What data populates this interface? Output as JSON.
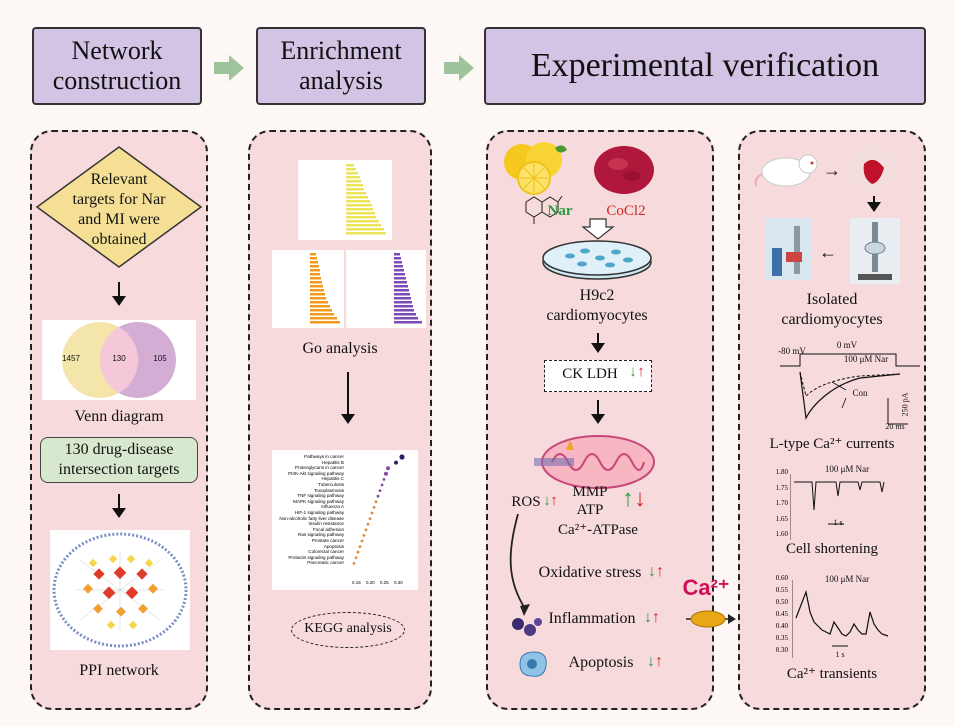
{
  "headers": {
    "network": "Network construction",
    "network_l1": "Network",
    "network_l2": "construction",
    "enrichment_l1": "Enrichment",
    "enrichment_l2": "analysis",
    "experimental": "Experimental verification"
  },
  "network_panel": {
    "diamond_l1": "Relevant",
    "diamond_l2": "targets for Nar",
    "diamond_l3": "and MI were",
    "diamond_l4": "obtained",
    "venn_left": "1457",
    "venn_mid": "130",
    "venn_right": "105",
    "venn_label": "Venn diagram",
    "targets_l1": "130 drug-disease",
    "targets_l2": "intersection targets",
    "ppi_label": "PPI network"
  },
  "enrichment_panel": {
    "go_label": "Go analysis",
    "kegg_label": "KEGG analysis",
    "kegg_terms": [
      "Pathways in cancer",
      "Hepatitis B",
      "Proteoglycans in cancer",
      "PI3K-Akt signaling pathway",
      "Hepatitis C",
      "Tuberculosis",
      "Toxoplasmosis",
      "TNF signaling pathway",
      "MAPK signaling pathway",
      "Influenza A",
      "HIF-1 signaling pathway",
      "Non-alcoholic fatty liver disease",
      "Insulin resistance",
      "Focal adhesion",
      "Ras signaling pathway",
      "Prostate cancer",
      "Apoptosis",
      "Colorectal cancer",
      "Prolactin signaling pathway",
      "Pancreatic cancer"
    ],
    "kegg_ticks": [
      "0.15",
      "0.20",
      "0.25",
      "0.30"
    ]
  },
  "cell_panel": {
    "nar": "Nar",
    "cocl2": "CoCl2",
    "cell_l1": "H9c2",
    "cell_l2": "cardiomyocytes",
    "ck_ldh": "CK  LDH",
    "ros": "ROS",
    "mmp": "MMP",
    "atp": "ATP",
    "atpase": "Ca²⁺-ATPase",
    "oxidative": "Oxidative stress",
    "inflammation": "Inflammation",
    "apoptosis": "Apoptosis"
  },
  "isolated_panel": {
    "isolated_l1": "Isolated",
    "isolated_l2": "cardiomyocytes",
    "mv80": "-80 mV",
    "mv0": "0 mV",
    "nar100": "100 μM Nar",
    "con": "Con",
    "pa250": "250 pA",
    "ms20": "20 ms",
    "ltype": "L-type Ca²⁺ currents",
    "shortening_title": "100 μM Nar",
    "shortening_ticks": [
      "1.80",
      "1.75",
      "1.70",
      "1.65",
      "1.60"
    ],
    "shortening_scale": "1 s",
    "shortening_label": "Cell shortening",
    "transient_title": "100 μM Nar",
    "transient_ticks": [
      "0.60",
      "0.55",
      "0.50",
      "0.45",
      "0.40",
      "0.35",
      "0.30"
    ],
    "transient_scale": "1 s",
    "transient_label": "Ca²⁺ transients"
  },
  "ca_label": "Ca²⁺",
  "colors": {
    "header": "#d3c3e4",
    "panel": "#f7dadb",
    "arrow": "#9fc49b",
    "diamond": "#f5df95",
    "targets_box": "#d8e8cf",
    "up": "#2e9a45",
    "down": "#d62828",
    "ca": "#d0105a"
  }
}
